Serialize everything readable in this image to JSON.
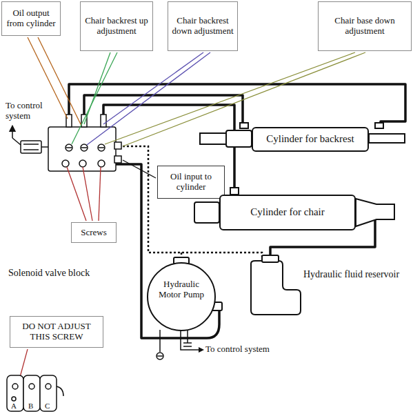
{
  "diagram": {
    "nodes": [
      {
        "text": [
          "Oil output from cylinder"
        ]
      },
      {
        "text": [
          "Chair backrest up adjustment"
        ]
      },
      {
        "text": [
          "Chair backrest down adjustment"
        ]
      },
      {
        "text": [
          "Chair base down adjustment"
        ]
      },
      {
        "text": [
          "Cylinder for backrest"
        ]
      },
      {
        "text": [
          "Oil input to cylinder"
        ]
      },
      {
        "text": [
          "Cylinder for chair"
        ]
      },
      {
        "text": [
          "Screws"
        ]
      },
      {
        "text": [
          "Hydraulic Motor Pump"
        ]
      },
      {
        "text": [
          "DO NOT ADJUST THIS SCREW"
        ]
      }
    ],
    "labels": [
      "To control system",
      "Solenoid valve block",
      "Hydraulic fluid reservoir",
      "To control system",
      "A",
      "B",
      "C"
    ]
  }
}
